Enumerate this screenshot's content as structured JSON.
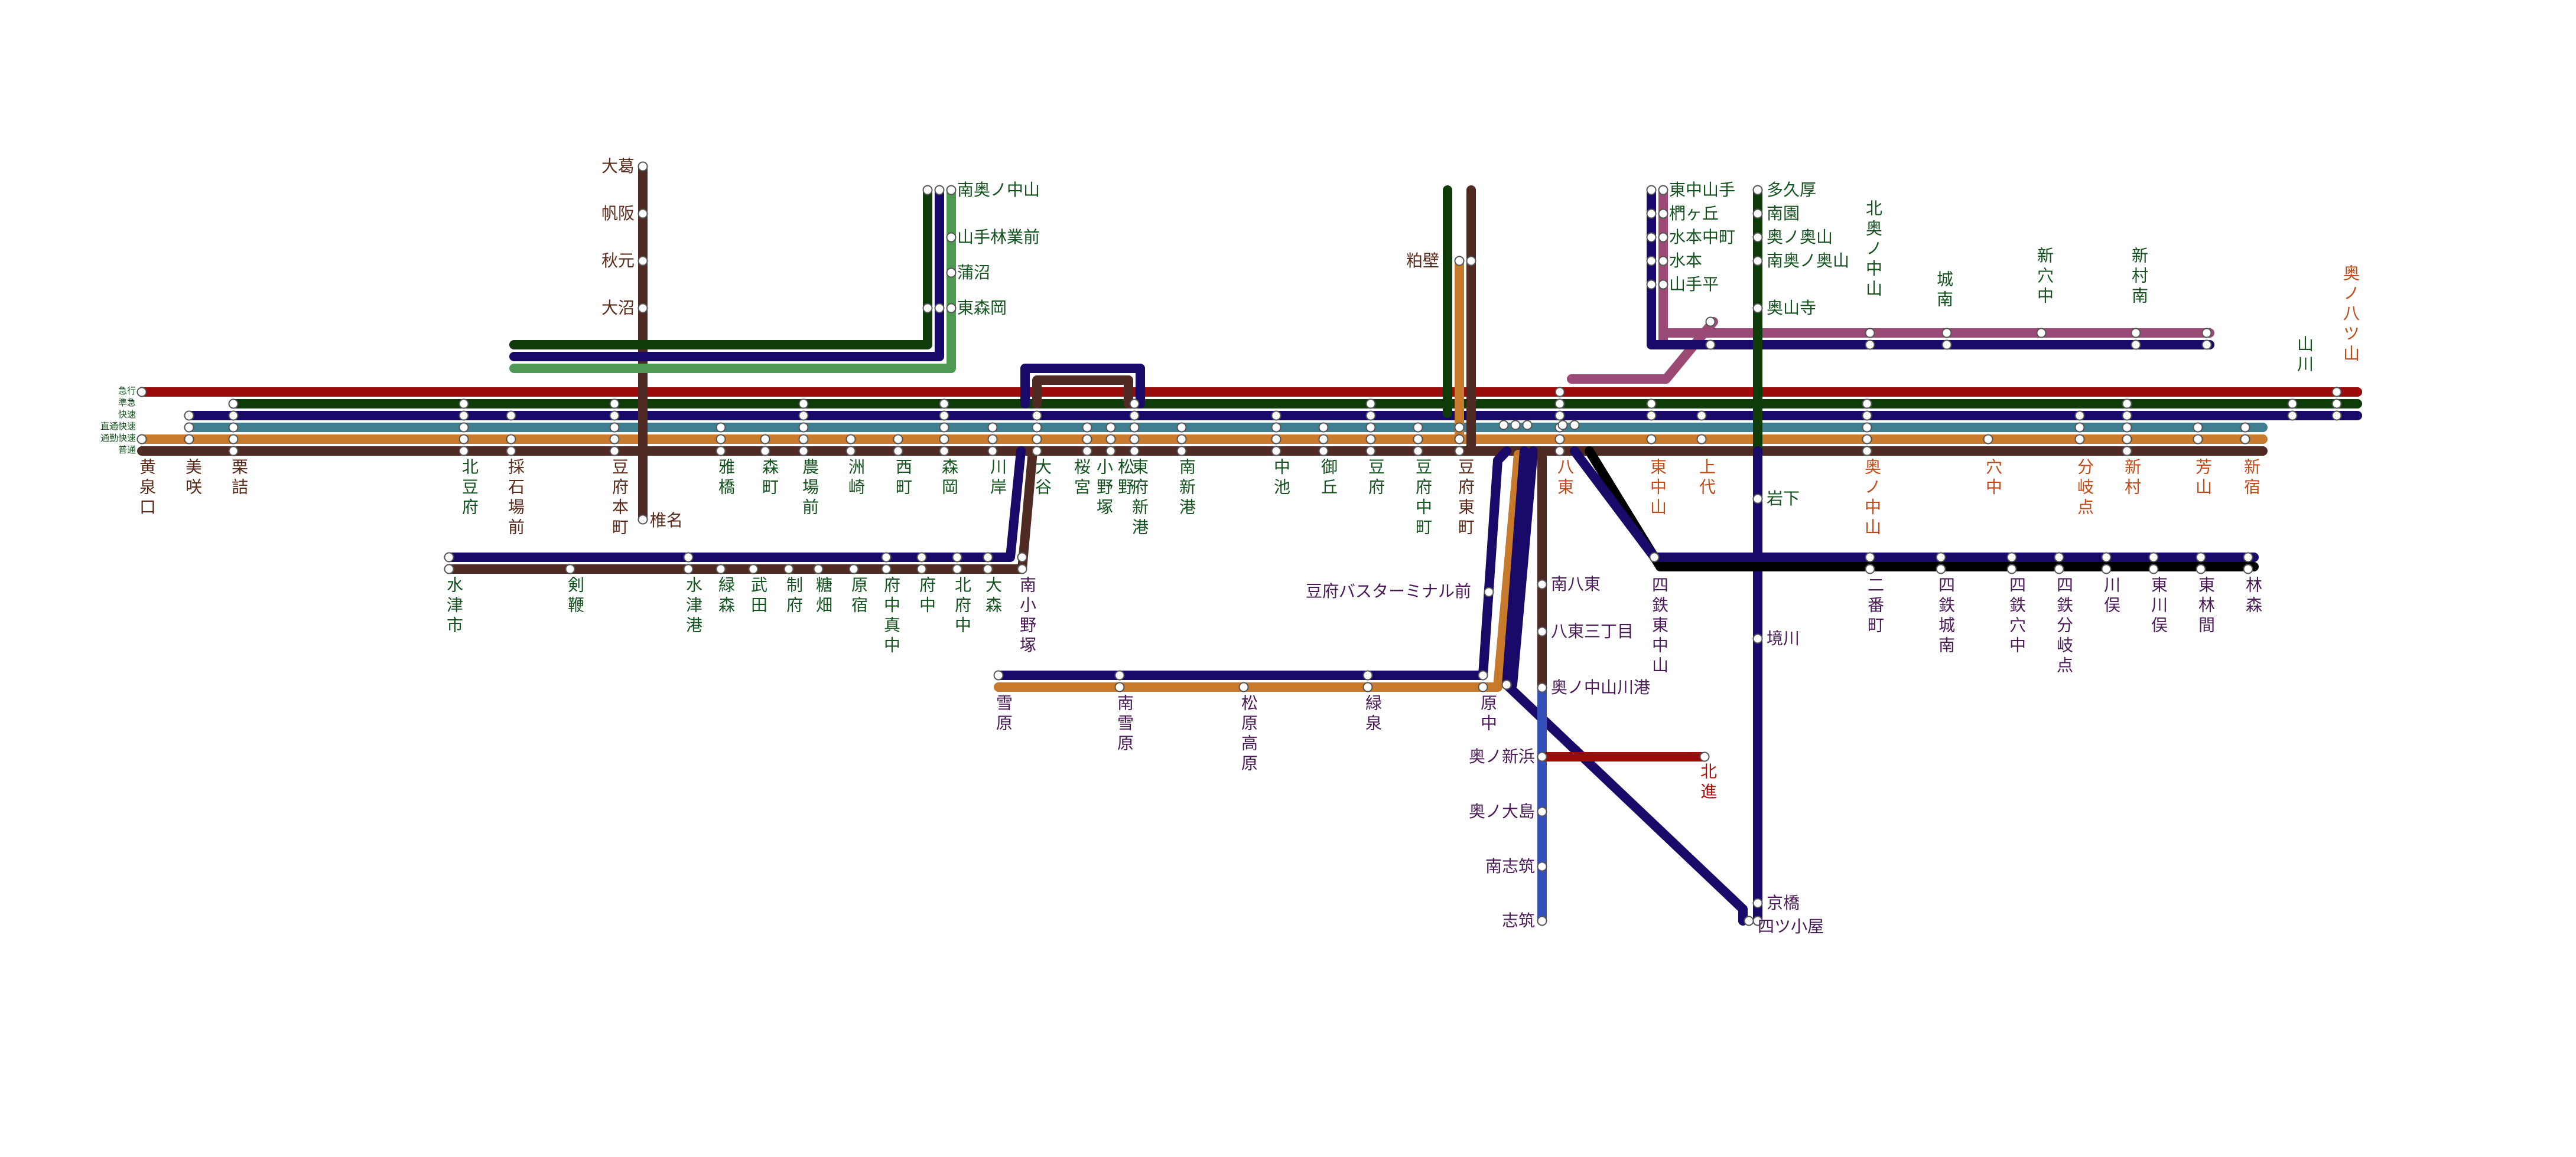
{
  "colors": {
    "kyuko": "#9a0b0b",
    "junkyu": "#0f3b0b",
    "kaisoku": "#190a6a",
    "chokutsu": "#3f7f90",
    "tsukin": "#c77a2b",
    "futsu": "#4f2a23",
    "midori": "#4f9a52",
    "fuji": "#9a4a74",
    "kuro": "#000000",
    "ao": "#3550b8",
    "darkgreen": "#0f3b0b",
    "text_green": "#14531f",
    "text_purple": "#4a1a57",
    "text_orange": "#c14a18",
    "text_brown": "#5a2a1a",
    "text_red": "#b01010"
  },
  "legend": {
    "items": [
      "急行",
      "準急",
      "快速",
      "直通快速",
      "通勤快速",
      "普通"
    ]
  },
  "stations": [
    {
      "id": "kise",
      "label": "黄泉口"
    },
    {
      "id": "misaki",
      "label": "美咲"
    },
    {
      "id": "kurizume",
      "label": "栗詰"
    },
    {
      "id": "kitamamefu",
      "label": "北豆府"
    },
    {
      "id": "saiseki",
      "label": "採石場前"
    },
    {
      "id": "mamefuhoncho",
      "label": "豆府本町"
    },
    {
      "id": "gakyo",
      "label": "雅橋"
    },
    {
      "id": "morimachi",
      "label": "森町"
    },
    {
      "id": "nojo",
      "label": "農場前"
    },
    {
      "id": "susaki",
      "label": "洲崎"
    },
    {
      "id": "nishimachi",
      "label": "西町"
    },
    {
      "id": "morioka",
      "label": "森岡"
    },
    {
      "id": "kawagishi",
      "label": "川岸"
    },
    {
      "id": "otani",
      "label": "大谷"
    },
    {
      "id": "sakuramiya",
      "label": "桜宮"
    },
    {
      "id": "onozuka",
      "label": "小野塚"
    },
    {
      "id": "matsuno",
      "label": "松野"
    },
    {
      "id": "higashifushinko",
      "label": "東府新港"
    },
    {
      "id": "minamishinko",
      "label": "南新港"
    },
    {
      "id": "nakaike",
      "label": "中池"
    },
    {
      "id": "mioka",
      "label": "御丘"
    },
    {
      "id": "mamefu",
      "label": "豆府"
    },
    {
      "id": "mamefunakacho",
      "label": "豆府中町"
    },
    {
      "id": "mamefuhigashi",
      "label": "豆府東町"
    },
    {
      "id": "yatsuhigashi",
      "label": "八東"
    },
    {
      "id": "higashinakayama",
      "label": "東中山"
    },
    {
      "id": "kamishiro",
      "label": "上代"
    },
    {
      "id": "okunonakayama",
      "label": "奥ノ中山"
    },
    {
      "id": "anachu",
      "label": "穴中"
    },
    {
      "id": "bunkiten",
      "label": "分岐点"
    },
    {
      "id": "shimmura",
      "label": "新村"
    },
    {
      "id": "yoshiyama",
      "label": "芳山"
    },
    {
      "id": "shinjuku",
      "label": "新宿"
    },
    {
      "id": "okadaira",
      "label": "大葛"
    },
    {
      "id": "hosaka",
      "label": "帆阪"
    },
    {
      "id": "akimoto",
      "label": "秋元"
    },
    {
      "id": "onuma",
      "label": "大沼"
    },
    {
      "id": "shiina",
      "label": "椎名"
    },
    {
      "id": "minamiokunonakayama",
      "label": "南奥ノ中山"
    },
    {
      "id": "yamate",
      "label": "山手林業前"
    },
    {
      "id": "gamanuma",
      "label": "蒲沼"
    },
    {
      "id": "higashimorioka",
      "label": "東森岡"
    },
    {
      "id": "kasukabe",
      "label": "粕壁"
    },
    {
      "id": "higashinakayamate",
      "label": "東中山手"
    },
    {
      "id": "marugaoka",
      "label": "椚ヶ丘"
    },
    {
      "id": "mizumotonaka",
      "label": "水本中町"
    },
    {
      "id": "mizumoto",
      "label": "水本"
    },
    {
      "id": "yamatedaira",
      "label": "山手平"
    },
    {
      "id": "takuatsu",
      "label": "多久厚"
    },
    {
      "id": "minamizono",
      "label": "南園"
    },
    {
      "id": "okunookuyama",
      "label": "奥ノ奥山"
    },
    {
      "id": "minamiokunookuyama",
      "label": "南奥ノ奥山"
    },
    {
      "id": "okuyamadera",
      "label": "奥山寺"
    },
    {
      "id": "kitaokunonakayama",
      "label": "北奥ノ中山"
    },
    {
      "id": "jonan",
      "label": "城南"
    },
    {
      "id": "shinanachu",
      "label": "新穴中"
    },
    {
      "id": "shinmuraminami",
      "label": "新村南"
    },
    {
      "id": "yamakawa",
      "label": "山川"
    },
    {
      "id": "okunoyatsuyama",
      "label": "奥ノ八ツ山"
    },
    {
      "id": "iwashita",
      "label": "岩下"
    },
    {
      "id": "sakaigawa",
      "label": "境川"
    },
    {
      "id": "kyobashi",
      "label": "京橋"
    },
    {
      "id": "yotsugoya",
      "label": "四ツ小屋"
    },
    {
      "id": "mizutsushi",
      "label": "水津市"
    },
    {
      "id": "tsurugimuchi",
      "label": "剣鞭"
    },
    {
      "id": "mizutsuko",
      "label": "水津港"
    },
    {
      "id": "ryokushin",
      "label": "緑森"
    },
    {
      "id": "taketa",
      "label": "武田"
    },
    {
      "id": "seifu",
      "label": "制府"
    },
    {
      "id": "tobata",
      "label": "糖畑"
    },
    {
      "id": "harajuku",
      "label": "原宿"
    },
    {
      "id": "fuchumasanaka",
      "label": "府中真中"
    },
    {
      "id": "fuchu",
      "label": "府中"
    },
    {
      "id": "kitafuchu",
      "label": "北府中"
    },
    {
      "id": "omori",
      "label": "大森"
    },
    {
      "id": "minamionozuka",
      "label": "南小野塚"
    },
    {
      "id": "mamefubusterminal",
      "label": "豆府バスターミナル前"
    },
    {
      "id": "minamiyatsuhigashi",
      "label": "南八東"
    },
    {
      "id": "yatsuhigashisanchome",
      "label": "八東三丁目"
    },
    {
      "id": "okunonakayamakawako",
      "label": "奥ノ中山川港"
    },
    {
      "id": "okunoshinhama",
      "label": "奥ノ新浜"
    },
    {
      "id": "okunoojima",
      "label": "奥ノ大島"
    },
    {
      "id": "minamishizuku",
      "label": "南志筑"
    },
    {
      "id": "shizuku",
      "label": "志筑"
    },
    {
      "id": "kitashin",
      "label": "北進"
    },
    {
      "id": "yukihara",
      "label": "雪原"
    },
    {
      "id": "minamiyukihara",
      "label": "南雪原"
    },
    {
      "id": "matsubarakogen",
      "label": "松原高原"
    },
    {
      "id": "midoriizumi",
      "label": "緑泉"
    },
    {
      "id": "harachu",
      "label": "原中"
    },
    {
      "id": "yontetsuhigashinakayama",
      "label": "四鉄東中山"
    },
    {
      "id": "nibancho",
      "label": "二番町"
    },
    {
      "id": "yontetsujonan",
      "label": "四鉄城南"
    },
    {
      "id": "yontetsuanachu",
      "label": "四鉄穴中"
    },
    {
      "id": "yontetsubunkiten",
      "label": "四鉄分岐点"
    },
    {
      "id": "kawamata",
      "label": "川俣"
    },
    {
      "id": "higashikawamata",
      "label": "東川俣"
    },
    {
      "id": "higashirinkan",
      "label": "東林間"
    },
    {
      "id": "rinshin",
      "label": "林森"
    }
  ]
}
